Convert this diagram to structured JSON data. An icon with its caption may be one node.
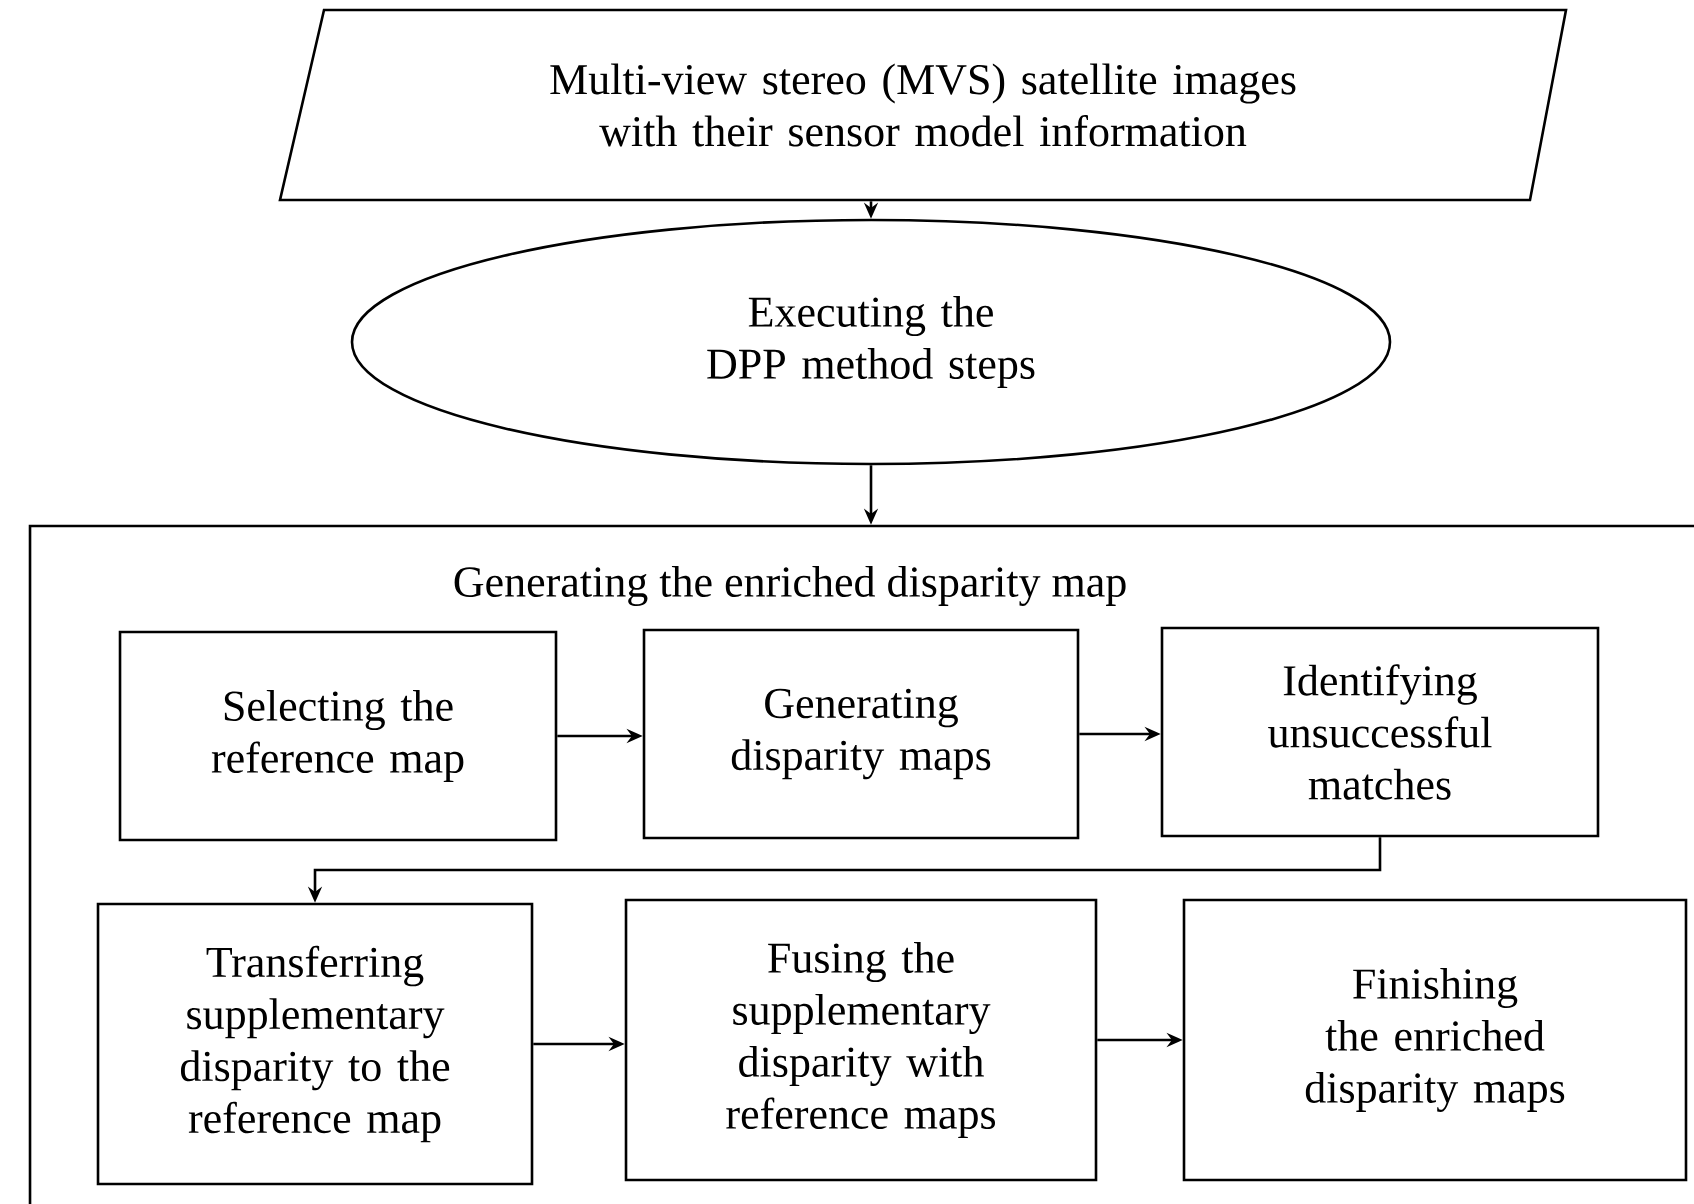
{
  "diagram": {
    "nodes": [
      {
        "text": [
          "Multi-view stereo (MVS) satellite images with their sensor model information"
        ]
      },
      {
        "text": [
          "Executing the DPP method steps"
        ]
      },
      {
        "text": [
          "Generating the enriched disparity map"
        ]
      },
      {
        "text": [
          "Selecting the reference map"
        ],
        "in": 2
      },
      {
        "text": [
          "Generating disparity maps"
        ],
        "in": 2
      },
      {
        "text": [
          "Identifying unsuccessful matches"
        ],
        "in": 2
      },
      {
        "text": [
          "Transferring supplementary disparity to the reference map"
        ],
        "in": 2
      },
      {
        "text": [
          "Fusing the supplementary disparity with reference maps"
        ],
        "in": 2
      },
      {
        "text": [
          "Finishing the enriched disparity maps"
        ],
        "in": 2
      }
    ],
    "edges": [
      {
        "from": 0,
        "to": 1,
        "arrow": "to"
      },
      {
        "from": 1,
        "to": 2,
        "arrow": "to"
      },
      {
        "from": 3,
        "to": 4,
        "arrow": "to"
      },
      {
        "from": 4,
        "to": 5,
        "arrow": "to"
      },
      {
        "from": 5,
        "to": 6,
        "arrow": "to"
      },
      {
        "from": 6,
        "to": 7,
        "arrow": "to"
      },
      {
        "from": 7,
        "to": 8,
        "arrow": "to"
      }
    ]
  }
}
